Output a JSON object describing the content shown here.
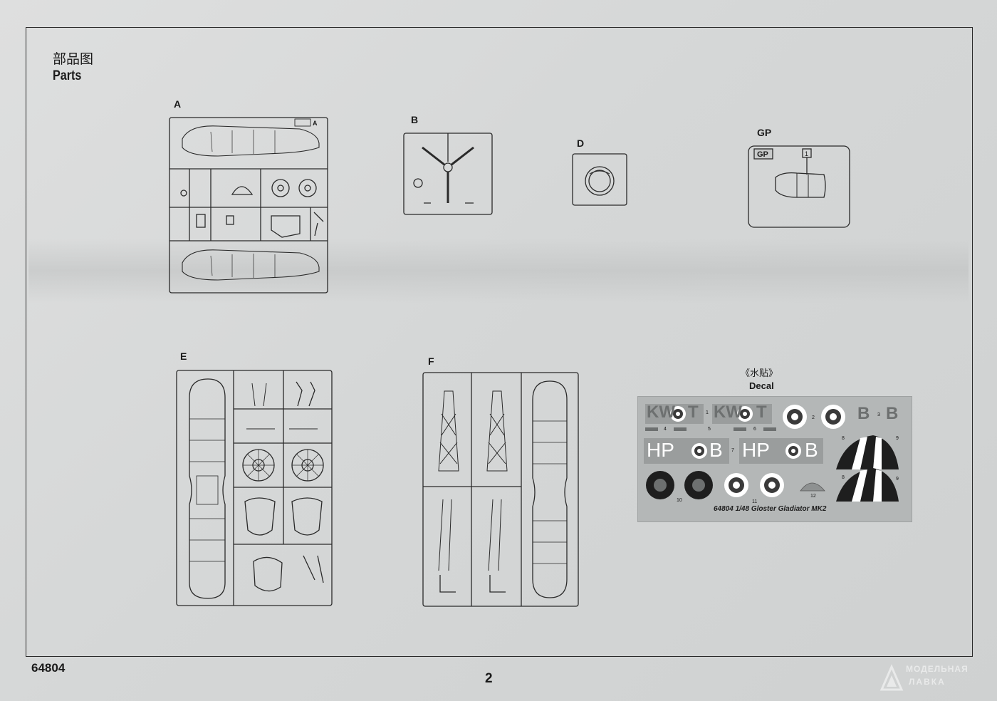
{
  "header": {
    "title_cn": "部品图",
    "title_en": "Parts"
  },
  "sprues": {
    "a": {
      "label": "A",
      "tag": "A"
    },
    "b": {
      "label": "B"
    },
    "d": {
      "label": "D"
    },
    "gp": {
      "label": "GP",
      "tag": "GP",
      "part_no": "1"
    },
    "e": {
      "label": "E"
    },
    "f": {
      "label": "F"
    }
  },
  "decal": {
    "title_cn": "《水贴》",
    "title_en": "Decal",
    "caption": "64804 1/48 Gloster Gladiator MK2",
    "codes": {
      "kw": "KW",
      "t": "T",
      "hp": "HP",
      "b": "B"
    },
    "numbers": [
      "1",
      "2",
      "3",
      "4",
      "5",
      "6",
      "7",
      "8",
      "9",
      "10",
      "11",
      "12"
    ]
  },
  "footer": {
    "item_number": "64804",
    "page_number": "2"
  },
  "watermark": {
    "line1": "МОДЕЛЬНАЯ",
    "line2": "ЛАВКА"
  },
  "colors": {
    "sheet": "#d8dada",
    "ink": "#1a1a1a",
    "decal_bg": "#b4b7b7",
    "roundel_ring": "#ffffff"
  }
}
